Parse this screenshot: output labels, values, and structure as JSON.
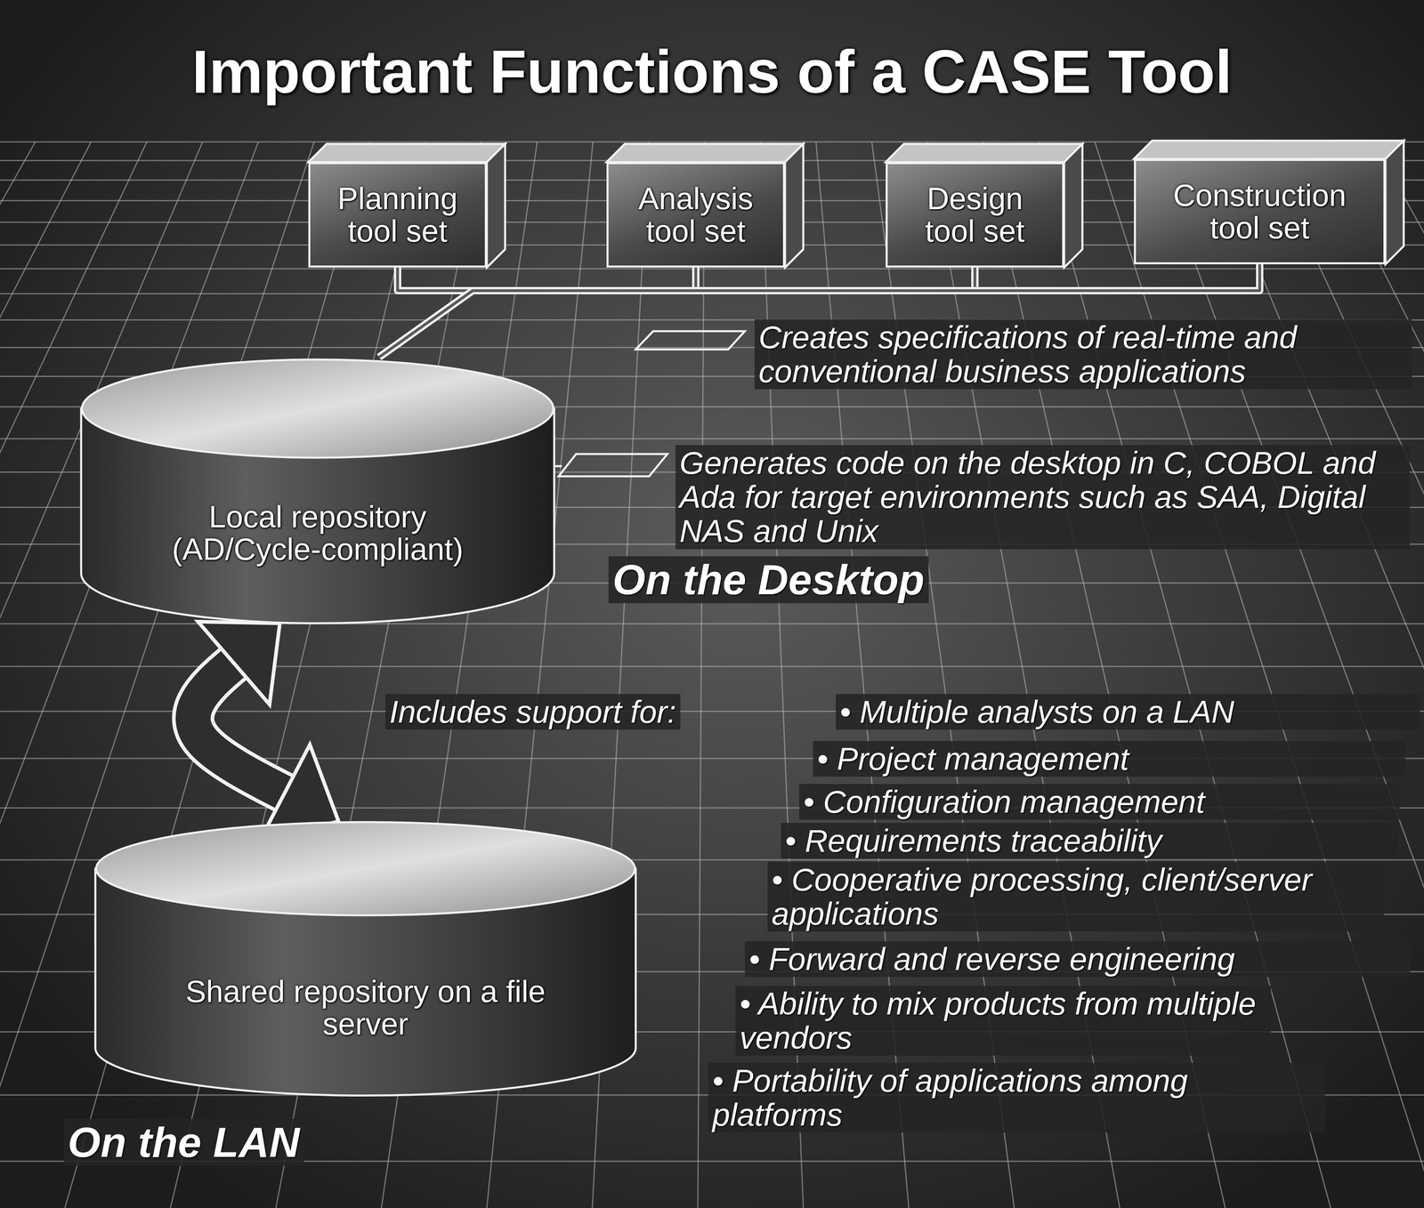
{
  "diagram": {
    "title": "Important Functions of a CASE Tool",
    "nodes": [
      {
        "text": [
          "Planning tool set"
        ]
      },
      {
        "text": [
          "Analysis tool set"
        ]
      },
      {
        "text": [
          "Design tool set"
        ]
      },
      {
        "text": [
          "Construction tool set"
        ]
      },
      {
        "text": [
          "Local repository (AD/Cycle-compliant)"
        ]
      },
      {
        "text": [
          "Shared repository on a file server"
        ]
      }
    ],
    "edges": [
      {
        "from": 0,
        "to": 4,
        "arrow": "none"
      },
      {
        "from": 1,
        "to": 4,
        "arrow": "none"
      },
      {
        "from": 2,
        "to": 4,
        "arrow": "none"
      },
      {
        "from": 3,
        "to": 4,
        "arrow": "none"
      },
      {
        "from": 4,
        "to": 5,
        "arrow": "both"
      }
    ],
    "labels": [
      "Creates specifications of real-time and conventional business applications",
      "Generates code on the desktop in C, COBOL and Ada for target environments such as SAA, Digital NAS and Unix",
      "On the Desktop",
      "Includes support for:",
      "• Multiple analysts on a LAN",
      "• Project management",
      "• Configuration management",
      "• Requirements traceability",
      "• Cooperative processing, client/server applications",
      "• Forward and reverse engineering",
      "• Ability to mix products from multiple vendors",
      "• Portability of applications among platforms",
      "On the LAN"
    ]
  }
}
